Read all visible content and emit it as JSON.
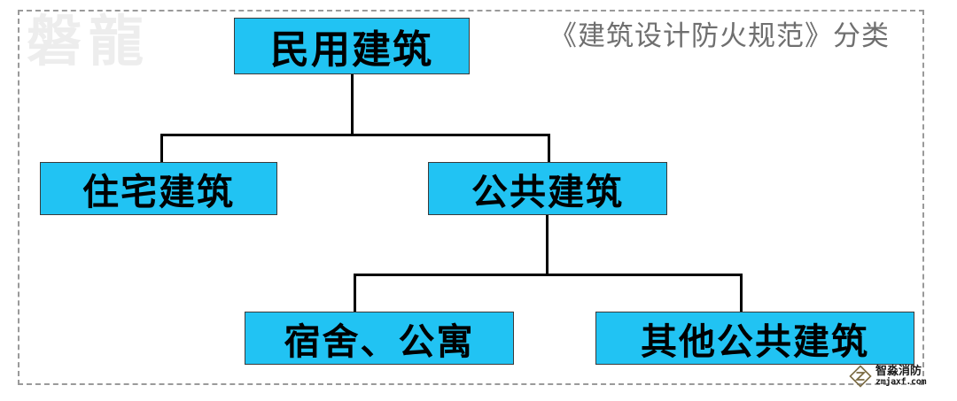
{
  "diagram": {
    "title": "《建筑设计防火规范》分类",
    "colors": {
      "node_fill": "#21C3F3",
      "node_border": "#3A3A3A",
      "connector": "#000000",
      "title_text": "#6F6F6F",
      "frame_dash": "#9A9A9A",
      "watermark": "#EDEDED"
    },
    "nodes": {
      "root": "民用建筑",
      "residential": "住宅建筑",
      "public": "公共建筑",
      "dormitory": "宿舍、公寓",
      "other_public": "其他公共建筑"
    },
    "watermarks": {
      "brand": "磐龍",
      "logo_cn": "智淼消防",
      "logo_url": "zmjaxf.com"
    }
  },
  "chart_data": {
    "type": "diagram",
    "title": "《建筑设计防火规范》分类",
    "tree": {
      "label": "民用建筑",
      "children": [
        {
          "label": "住宅建筑",
          "children": []
        },
        {
          "label": "公共建筑",
          "children": [
            {
              "label": "宿舍、公寓",
              "children": []
            },
            {
              "label": "其他公共建筑",
              "children": []
            }
          ]
        }
      ]
    },
    "levels": 3,
    "node_count": 5,
    "edges": [
      [
        "民用建筑",
        "住宅建筑"
      ],
      [
        "民用建筑",
        "公共建筑"
      ],
      [
        "公共建筑",
        "宿舍、公寓"
      ],
      [
        "公共建筑",
        "其他公共建筑"
      ]
    ]
  }
}
